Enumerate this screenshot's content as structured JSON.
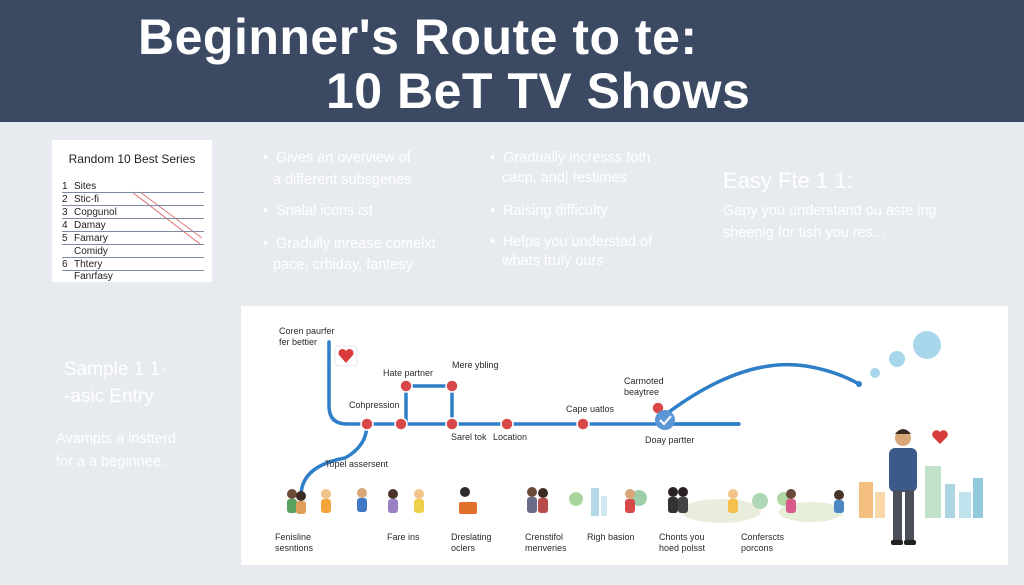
{
  "header": {
    "title_line1": "Beginner's Route to te:",
    "title_line2": "10 BeT TV Shows",
    "bg_color": "#3b4a62"
  },
  "list_card": {
    "title": "Random 10 Best Series",
    "items": [
      {
        "num": "1",
        "label": "Sites"
      },
      {
        "num": "2",
        "label": "Stic-fi"
      },
      {
        "num": "3",
        "label": "Copgunol"
      },
      {
        "num": "4",
        "label": "Damay"
      },
      {
        "num": "5",
        "label": "Famary"
      },
      {
        "num": "",
        "label": "Comidy"
      },
      {
        "num": "6",
        "label": "Thtery"
      },
      {
        "num": "",
        "label": "Fanrfasy"
      }
    ]
  },
  "bullets_col1": [
    "Gives an overview of",
    "a different subsgenes",
    "Snalal icons ist",
    "Gradully inrease comelxt",
    "pace, crbiday, fantesy"
  ],
  "bullets_col2": [
    "Gradually incresss toth",
    "cacp, and| festimes",
    "Raising difficulty",
    "Helps you understad of",
    "whats truly ours"
  ],
  "easy": {
    "title": "Easy Fte 1 1:",
    "desc_line1": "Gapy you understand ou aste ing",
    "desc_line2": "sheenig for tish you res..."
  },
  "sample": {
    "title_line1": "Sample 1 1·",
    "title_line2": "-asic Entry",
    "desc_line1": "Avampts a instterd",
    "desc_line2": "for a a beginnee."
  },
  "route": {
    "line_color": "#2f7fc8",
    "stop_color": "#d94848",
    "labels": {
      "start": [
        "Coren paurfer",
        "fer bettier"
      ],
      "hate_partner": "Hate partner",
      "mere_ybling": "Mere ybling",
      "cohpression": "Cohpression",
      "sarel_tok": "Sarel tok",
      "location": "Location",
      "cape_uatlos": "Cape uatlos",
      "carmoted": [
        "Carmoted",
        "beaytree"
      ],
      "doay_partner": "Doay partter",
      "topel": "Topel assersent"
    }
  },
  "bottom_labels": [
    [
      "Fenisline",
      "sesntions"
    ],
    [
      "Fare ins"
    ],
    [
      "Dreslating",
      "oclers"
    ],
    [
      "Crenstifol",
      "menveries"
    ],
    [
      "Righ basion"
    ],
    [
      "Chonts you",
      "hoed polsst"
    ],
    [
      "Conferscts",
      "porcons"
    ]
  ]
}
